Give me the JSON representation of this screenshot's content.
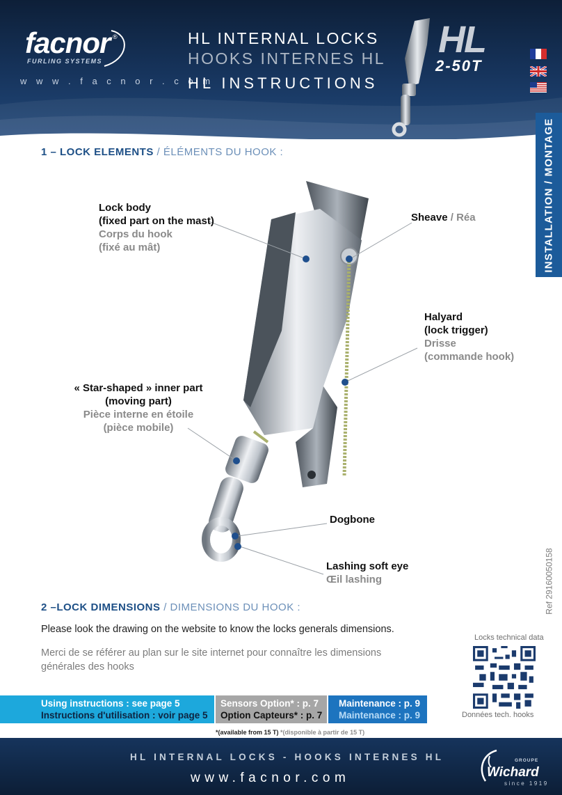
{
  "header": {
    "brand": "facnor",
    "brand_reg": "®",
    "brand_sub": "FURLING SYSTEMS",
    "website": "w w w . f a c n o r . c o m",
    "title_line1": "HL INTERNAL LOCKS",
    "title_line2": "HOOKS INTERNES HL",
    "title_line3": "HL INSTRUCTIONS",
    "model": "HL",
    "model_range": "2-50T",
    "flags": [
      "fr-flag-icon",
      "uk-flag-icon",
      "us-flag-icon"
    ]
  },
  "side_tab": "INSTALLATION / MONTAGE",
  "reference": "Ref 29160050158",
  "section1": {
    "title_en": "1 – LOCK ELEMENTS",
    "title_fr": " / ÉLÉMENTS DU HOOK :"
  },
  "labels": {
    "lock_body": {
      "en1": "Lock body",
      "en2": "(fixed part on the mast)",
      "fr1": "Corps du hook",
      "fr2": "(fixé au mât)"
    },
    "sheave": {
      "en": "Sheave",
      "sep": " / ",
      "fr": "Réa"
    },
    "halyard": {
      "en1": "Halyard",
      "en2": "(lock trigger)",
      "fr1": "Drisse",
      "fr2": "(commande hook)"
    },
    "star": {
      "en1": "« Star-shaped » inner part",
      "en2": "(moving part)",
      "fr1": "Pièce interne en étoile",
      "fr2": "(pièce mobile)"
    },
    "dogbone": {
      "en": "Dogbone"
    },
    "lashing": {
      "en": "Lashing soft eye",
      "fr": "Œil lashing"
    }
  },
  "section2": {
    "title_en": "2 –LOCK DIMENSIONS",
    "title_fr": " / DIMENSIONS DU HOOK :",
    "text_en": "Please look the drawing on the website to know the locks generals dimensions.",
    "text_fr": "Merci de se référer au plan sur le site internet pour connaître les dimensions générales des hooks"
  },
  "qr": {
    "title": "Locks technical data",
    "caption": "Données tech. hooks"
  },
  "bars": {
    "using_en": "Using instructions : see page 5",
    "using_fr": "Instructions d'utilisation : voir page 5",
    "sensors_en": "Sensors Option* : p. 7",
    "sensors_fr": "Option Capteurs* : p. 7",
    "maint_en": "Maintenance : p. 9",
    "maint_fr": "Maintenance : p. 9",
    "availability_en": "*(available from 15 T)",
    "availability_fr": " *(disponible à partir de 15 T)"
  },
  "footer": {
    "title": "HL INTERNAL LOCKS - HOOKS INTERNES HL",
    "website": "www.facnor.com",
    "group_logo_groupe": "GROUPE",
    "group_logo_name": "Wichard",
    "group_logo_since": "since 1919"
  },
  "colors": {
    "navy": "#17355e",
    "section_blue": "#1d4f86",
    "side_tab": "#1c5b9a",
    "bar_cyan": "#1da8dc",
    "bar_grey": "#a6a6a6",
    "bar_blue": "#1d74bf"
  }
}
